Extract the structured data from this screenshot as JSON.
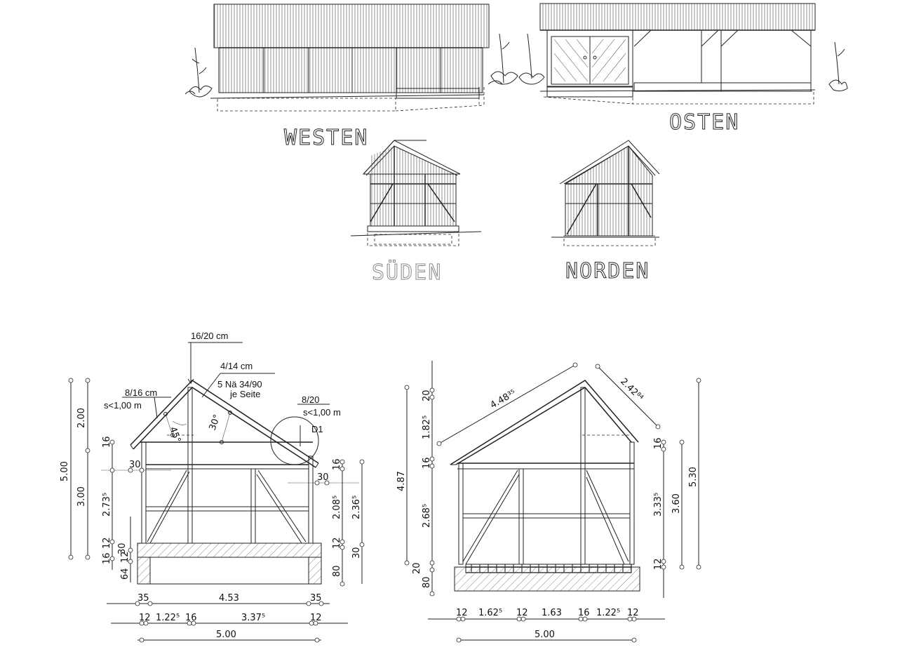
{
  "elevations": {
    "west": "WESTEN",
    "east": "OSTEN",
    "south": "SÜDEN",
    "north": "NORDEN"
  },
  "section_left": {
    "labels": {
      "ridge": "16/20 cm",
      "rafter": "4/14 cm",
      "nails": "5 Nä 34/90",
      "nails_side": "je Seite",
      "beam": "8/16 cm",
      "beam_s": "s<1,00 m",
      "purlin": "8/20",
      "purlin_s": "s<1,00 m",
      "detail": "D1",
      "angle45": "45°",
      "angle30": "30°"
    },
    "dims_left": {
      "total": "5.00",
      "upper": "2.00",
      "lower": "3.00",
      "h16": "16",
      "h30": "30",
      "h273": "2.73⁵",
      "h12": "12",
      "h16b": "16",
      "h12b": "12",
      "h30b": "30",
      "h64": "64"
    },
    "dims_right": {
      "h16": "16",
      "h30": "30",
      "h208": "2.08⁵",
      "h236": "2.36⁵",
      "h12": "12",
      "h30b": "30",
      "h80": "80"
    },
    "dims_bottom": {
      "d35a": "35",
      "d453": "4.53",
      "d35b": "35",
      "d12a": "12",
      "d122": "1.22⁵",
      "d16": "16",
      "d337": "3.37⁵",
      "d12b": "12",
      "d500": "5.00"
    }
  },
  "section_right": {
    "dims_left": {
      "h487": "4.87",
      "h20": "20",
      "h182": "1.82⁵",
      "h16": "16",
      "h268": "2.68⁵",
      "h20b": "20",
      "h80": "80"
    },
    "dims_right": {
      "h16": "16",
      "h333": "3.33⁵",
      "h360": "3.60",
      "h530": "5.30",
      "h12": "12"
    },
    "dims_slope": {
      "left": "4.48³⁵",
      "right": "2.42⁸⁴"
    },
    "dims_bottom": {
      "d12a": "12",
      "d162": "1.62⁵",
      "d12b": "12",
      "d163": "1.63",
      "d16": "16",
      "d122": "1.22⁵",
      "d12c": "12",
      "d500": "5.00"
    }
  }
}
